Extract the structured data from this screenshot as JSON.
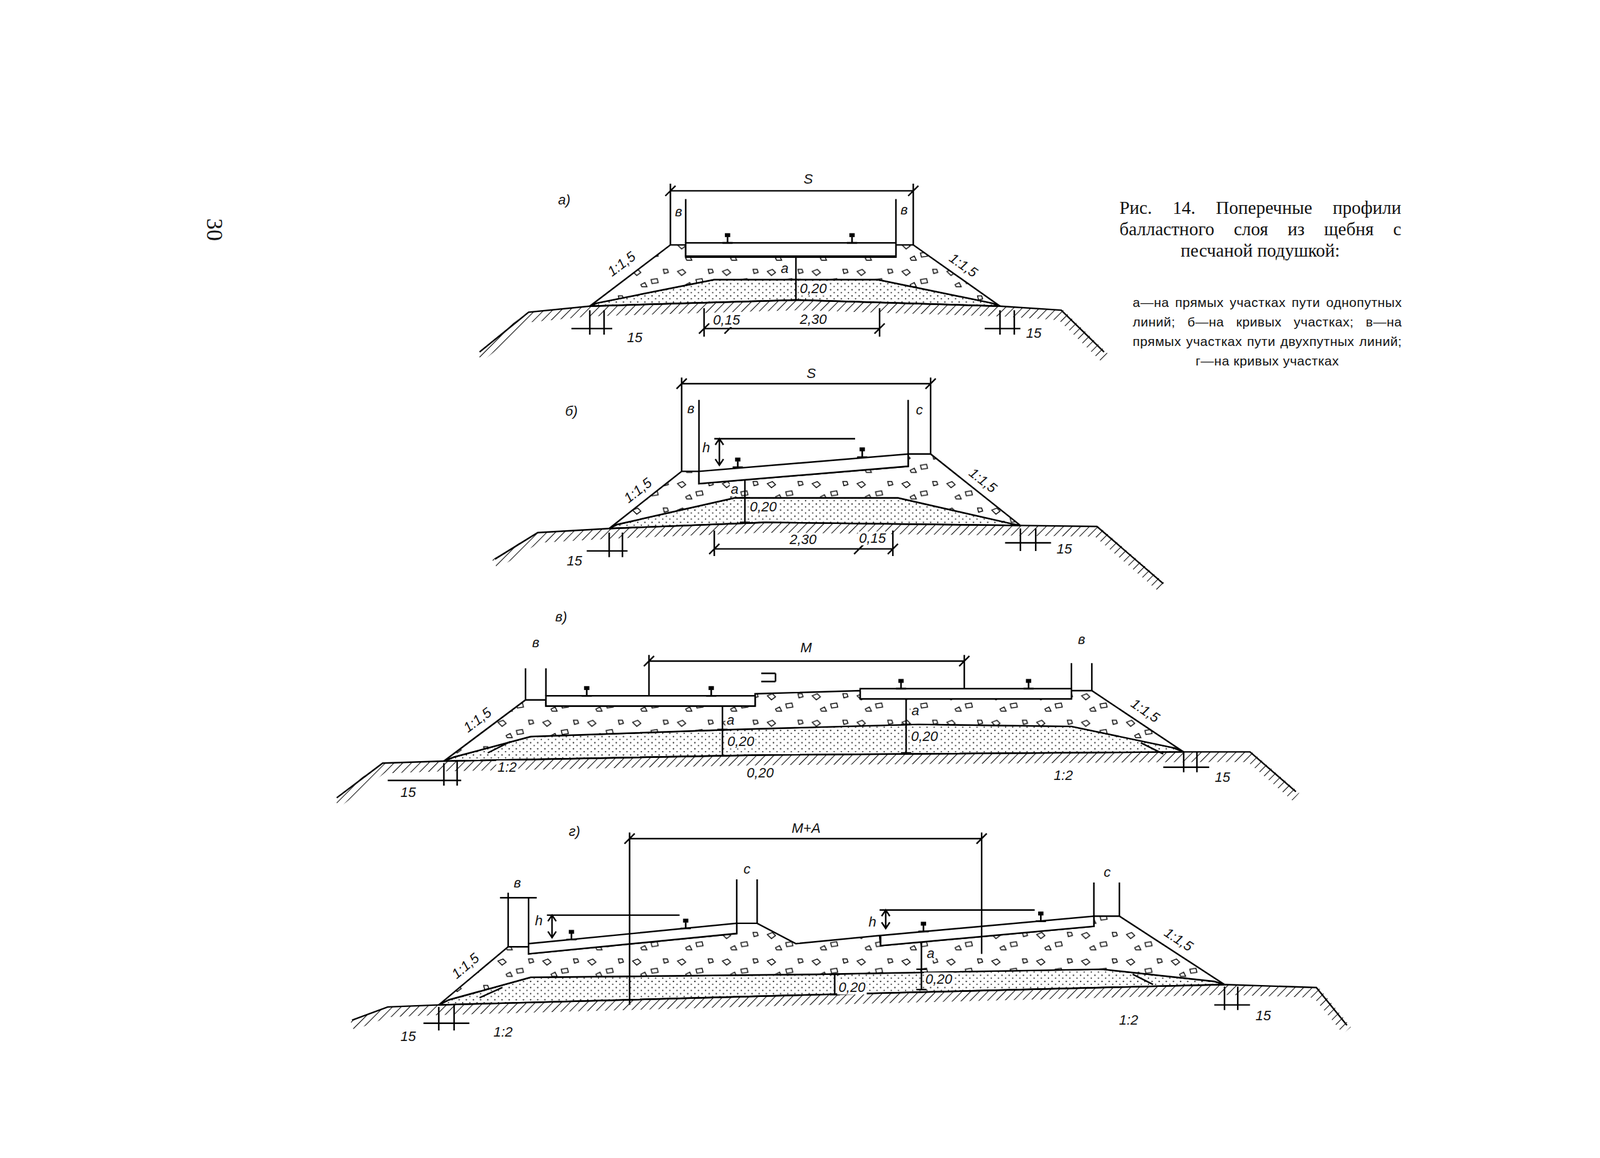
{
  "diagram": {
    "caption": "Рис. 14. Поперечные профили балластного слоя из щебня с песчаной подушкой:",
    "labels": [
      "30",
      "а—на прямых участках пути однопутных линий; б—на кривых участках; в—на прямых участках пути двухпутных линий; г—на кривых участках",
      "а)",
      "S",
      "в",
      "в",
      "1:1,5",
      "1:1,5",
      "а",
      "0,20",
      "0,15",
      "2,30",
      "15",
      "15",
      "б)",
      "S",
      "в",
      "с",
      "h",
      "1:1,5",
      "1:1,5",
      "а",
      "0,20",
      "2,30",
      "0,15",
      "15",
      "15",
      "в)",
      "М",
      "в",
      "в",
      "1:1,5",
      "1:1,5",
      "а",
      "0,20",
      "а",
      "0,20",
      "0,20",
      "1:2",
      "1:2",
      "15",
      "15",
      "г)",
      "М+А",
      "в",
      "с",
      "с",
      "h",
      "h",
      "1:1,5",
      "1:1,5",
      "а",
      "0,20",
      "0,20",
      "15",
      "1:2",
      "1:2",
      "15"
    ]
  }
}
